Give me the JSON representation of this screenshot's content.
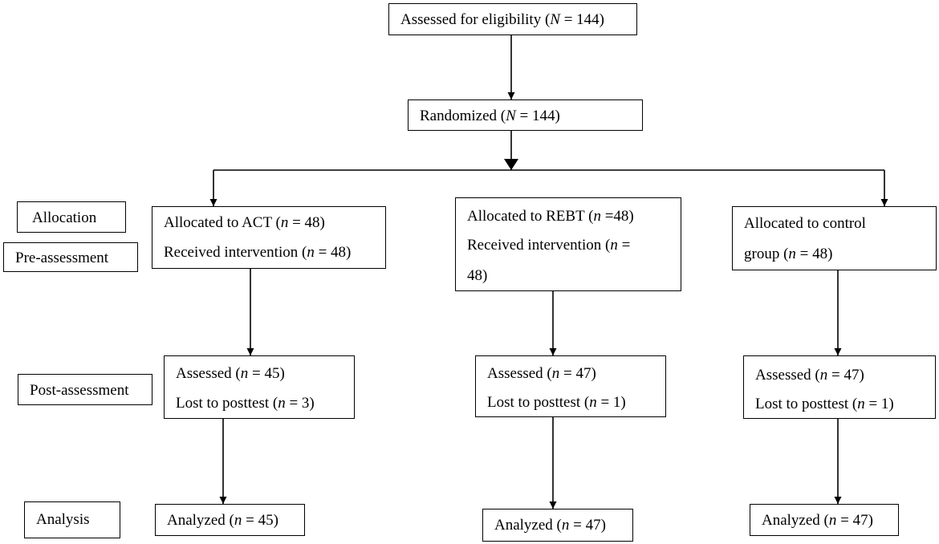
{
  "flow": {
    "eligibility": {
      "pre": "Assessed for eligibility (",
      "var": "N",
      "post": " = 144)"
    },
    "randomized": {
      "pre": "Randomized (",
      "var": "N",
      "post": " = 144)"
    }
  },
  "stages": {
    "allocation": "Allocation",
    "pre_assessment": "Pre-assessment",
    "post_assessment": "Post-assessment",
    "analysis": "Analysis"
  },
  "act": {
    "allocated": {
      "pre": "Allocated to ACT (",
      "var": "n",
      "post": " = 48)"
    },
    "received": {
      "pre": "Received intervention (",
      "var": "n",
      "post": " = 48)"
    },
    "assessed": {
      "pre": "Assessed (",
      "var": "n",
      "post": " = 45)"
    },
    "lost": {
      "pre": "Lost to posttest (",
      "var": "n",
      "post": " = 3)"
    },
    "analyzed": {
      "pre": "Analyzed (",
      "var": "n",
      "post": " = 45)"
    }
  },
  "rebt": {
    "allocated": {
      "pre": "Allocated to REBT (",
      "var": "n",
      "post": " =48)"
    },
    "received": {
      "pre": "Received intervention (",
      "var": "n",
      "post": " ="
    },
    "received_cont": "48)",
    "assessed": {
      "pre": "Assessed (",
      "var": "n",
      "post": " = 47)"
    },
    "lost": {
      "pre": "Lost to posttest (",
      "var": "n",
      "post": " = 1)"
    },
    "analyzed": {
      "pre": "Analyzed (",
      "var": "n",
      "post": " = 47)"
    }
  },
  "control": {
    "allocated": "Allocated to control",
    "group": {
      "pre": "group (",
      "var": "n",
      "post": " = 48)"
    },
    "assessed": {
      "pre": "Assessed (",
      "var": "n",
      "post": " = 47)"
    },
    "lost": {
      "pre": "Lost to posttest (",
      "var": "n",
      "post": " = 1)"
    },
    "analyzed": {
      "pre": "Analyzed (",
      "var": "n",
      "post": " = 47)"
    }
  }
}
